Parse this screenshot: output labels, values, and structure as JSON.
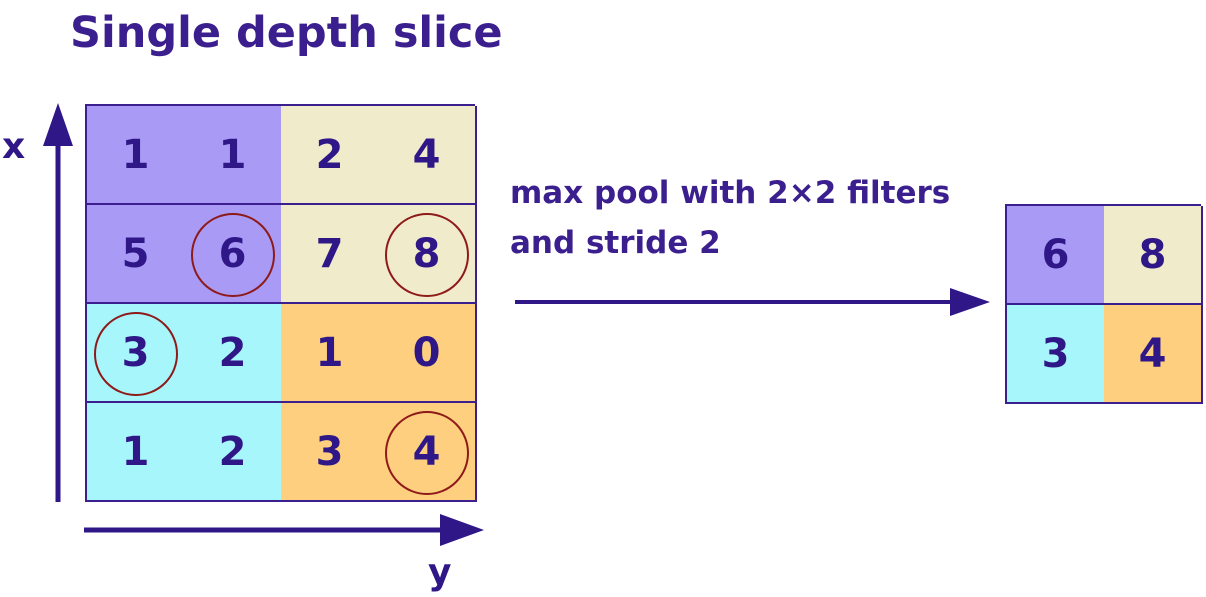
{
  "title": "Single depth slice",
  "axes": {
    "x_label": "x",
    "y_label": "y"
  },
  "operation": {
    "line1": "max pool with 2×2 filters",
    "line2": "and stride 2"
  },
  "colors": {
    "purple": "#a99af6",
    "beige": "#f0ebcb",
    "cyan": "#a7f6fb",
    "orange": "#fdcf7f",
    "border": "#3b1f8e",
    "circle": "#8e1a1a"
  },
  "input_grid": [
    [
      {
        "value": "1",
        "color": "purple",
        "circled": false
      },
      {
        "value": "1",
        "color": "purple",
        "circled": false
      },
      {
        "value": "2",
        "color": "beige",
        "circled": false
      },
      {
        "value": "4",
        "color": "beige",
        "circled": false
      }
    ],
    [
      {
        "value": "5",
        "color": "purple",
        "circled": false
      },
      {
        "value": "6",
        "color": "purple",
        "circled": true
      },
      {
        "value": "7",
        "color": "beige",
        "circled": false
      },
      {
        "value": "8",
        "color": "beige",
        "circled": true
      }
    ],
    [
      {
        "value": "3",
        "color": "cyan",
        "circled": true
      },
      {
        "value": "2",
        "color": "cyan",
        "circled": false
      },
      {
        "value": "1",
        "color": "orange",
        "circled": false
      },
      {
        "value": "0",
        "color": "orange",
        "circled": false
      }
    ],
    [
      {
        "value": "1",
        "color": "cyan",
        "circled": false
      },
      {
        "value": "2",
        "color": "cyan",
        "circled": false
      },
      {
        "value": "3",
        "color": "orange",
        "circled": false
      },
      {
        "value": "4",
        "color": "orange",
        "circled": true
      }
    ]
  ],
  "output_grid": [
    [
      {
        "value": "6",
        "color": "purple"
      },
      {
        "value": "8",
        "color": "beige"
      }
    ],
    [
      {
        "value": "3",
        "color": "cyan"
      },
      {
        "value": "4",
        "color": "orange"
      }
    ]
  ]
}
